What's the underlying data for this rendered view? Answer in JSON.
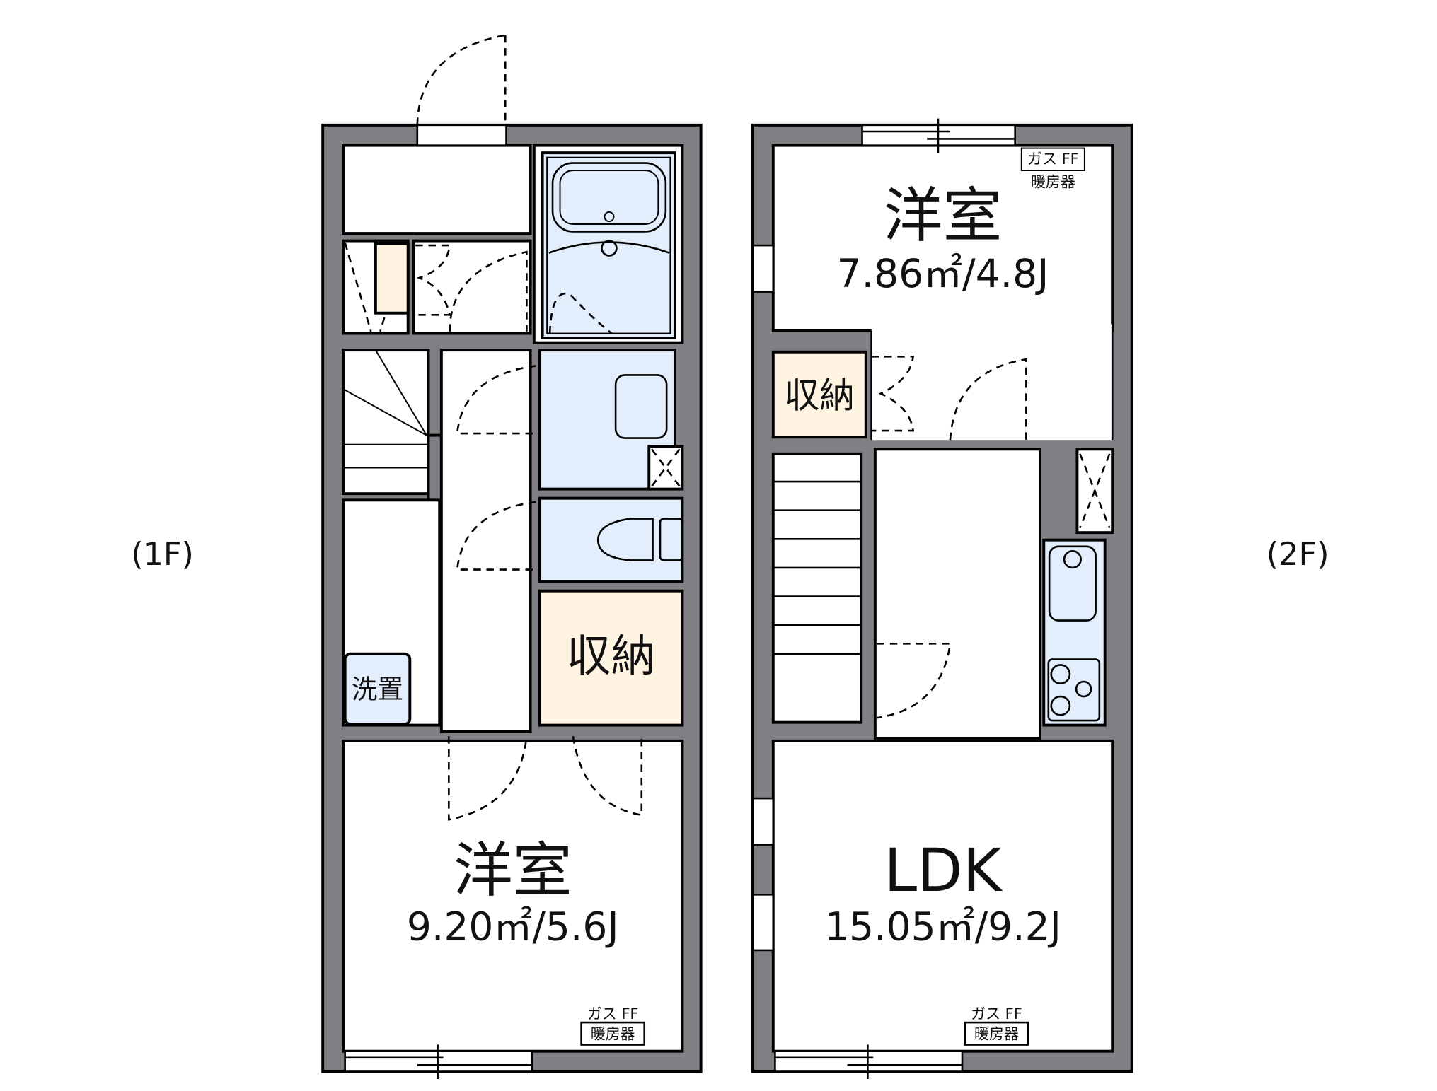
{
  "floors": [
    {
      "label": "(1F)",
      "rooms": [
        {
          "name": "洋室",
          "area": "9.20㎡/5.6J"
        },
        {
          "name": "収納"
        },
        {
          "name": "洗置"
        }
      ],
      "heater": {
        "line1": "ガス FF",
        "line2": "暖房器"
      }
    },
    {
      "label": "(2F)",
      "rooms": [
        {
          "name": "洋室",
          "area": "7.86㎡/4.8J"
        },
        {
          "name": "収納"
        },
        {
          "name": "LDK",
          "area": "15.05㎡/9.2J"
        }
      ],
      "heater_top": {
        "line1": "ガス FF",
        "line2": "暖房器"
      },
      "heater_bottom": {
        "line1": "ガス FF",
        "line2": "暖房器"
      }
    }
  ],
  "colors": {
    "wall": "#808084",
    "wet_area": "#e3eefc",
    "storage": "#fff4e2",
    "room": "#ffffff"
  }
}
